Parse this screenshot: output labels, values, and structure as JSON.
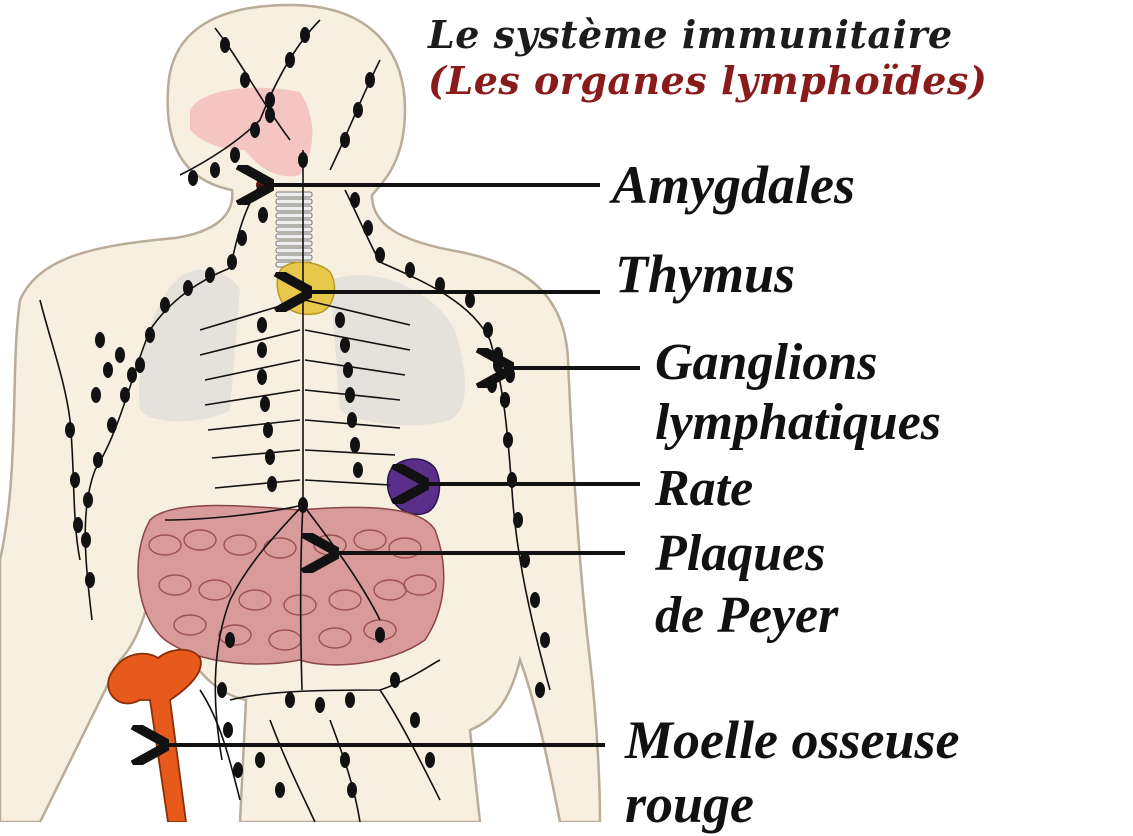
{
  "title": {
    "line1": "Le système immunitaire",
    "line2": "(Les organes lymphoïdes)"
  },
  "labels": [
    {
      "id": "amygdales",
      "name": "amygdales-label",
      "lines": [
        "Amygdales"
      ]
    },
    {
      "id": "thymus",
      "name": "thymus-label",
      "lines": [
        "Thymus"
      ]
    },
    {
      "id": "ganglions",
      "name": "ganglions-lymphatiques-label",
      "lines": [
        "Ganglions",
        "lymphatiques"
      ]
    },
    {
      "id": "rate",
      "name": "rate-label",
      "lines": [
        "Rate"
      ]
    },
    {
      "id": "plaques",
      "name": "plaques-de-peyer-label",
      "lines": [
        "Plaques",
        "de Peyer"
      ]
    },
    {
      "id": "moelle",
      "name": "moelle-osseuse-rouge-label",
      "lines": [
        "Moelle osseuse",
        "rouge"
      ]
    }
  ],
  "colors": {
    "skin": "#f7efe0",
    "outline": "#b9ac98",
    "lymph": "#111111",
    "thymus": "#e8c84a",
    "spleen": "#5a2f8a",
    "intestine": "#d99a9a",
    "bone": "#e8591c",
    "lungs": "#d9d9d9",
    "head": "#f3b7b7"
  }
}
